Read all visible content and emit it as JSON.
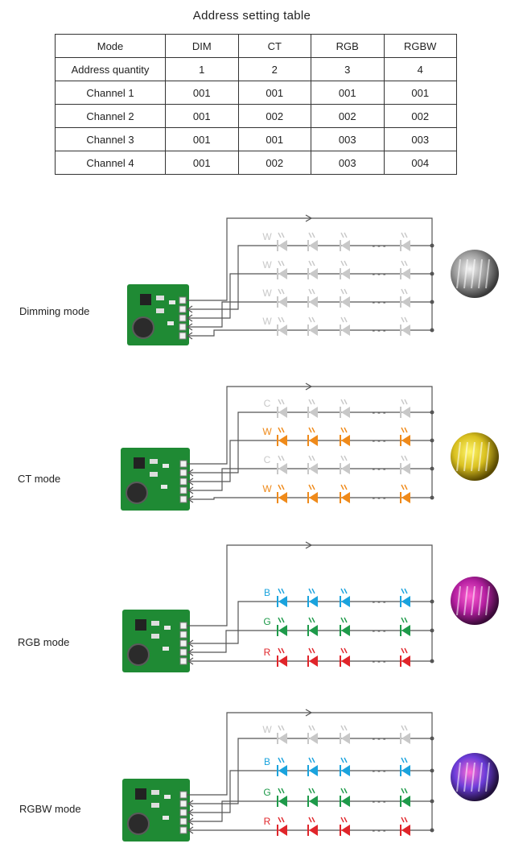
{
  "table": {
    "title": "Address setting table",
    "header": [
      "Mode",
      "DIM",
      "CT",
      "RGB",
      "RGBW"
    ],
    "rows": [
      [
        "Address quantity",
        "1",
        "2",
        "3",
        "4"
      ],
      [
        "Channel 1",
        "001",
        "001",
        "001",
        "001"
      ],
      [
        "Channel 2",
        "001",
        "002",
        "002",
        "002"
      ],
      [
        "Channel 3",
        "001",
        "001",
        "003",
        "003"
      ],
      [
        "Channel 4",
        "001",
        "002",
        "003",
        "004"
      ]
    ]
  },
  "colors": {
    "W": "#c8c8c8",
    "C": "#c8c8c8",
    "WW": "#ef8a1a",
    "B": "#1aa3dd",
    "G": "#1e9a4a",
    "R": "#e0252a",
    "wire": "#555555",
    "pcb": "#1f8a34"
  },
  "diagrams": [
    {
      "mode": "Dimming mode",
      "channels": [
        {
          "letter": "W",
          "color": "W"
        },
        {
          "letter": "W",
          "color": "W"
        },
        {
          "letter": "W",
          "color": "W"
        },
        {
          "letter": "W",
          "color": "W"
        }
      ],
      "photo": "white-lit-building"
    },
    {
      "mode": "CT mode",
      "channels": [
        {
          "letter": "C",
          "color": "C"
        },
        {
          "letter": "W",
          "color": "WW"
        },
        {
          "letter": "C",
          "color": "C"
        },
        {
          "letter": "W",
          "color": "WW"
        }
      ],
      "photo": "yellow-lit-building"
    },
    {
      "mode": "RGB mode",
      "channels": [
        {
          "letter": "B",
          "color": "B"
        },
        {
          "letter": "G",
          "color": "G"
        },
        {
          "letter": "R",
          "color": "R"
        }
      ],
      "photo": "magenta-lit-building"
    },
    {
      "mode": "RGBW mode",
      "channels": [
        {
          "letter": "W",
          "color": "W"
        },
        {
          "letter": "B",
          "color": "B"
        },
        {
          "letter": "G",
          "color": "G"
        },
        {
          "letter": "R",
          "color": "R"
        }
      ],
      "photo": "colorful-lit-building"
    }
  ],
  "ellipsis": "- - -"
}
